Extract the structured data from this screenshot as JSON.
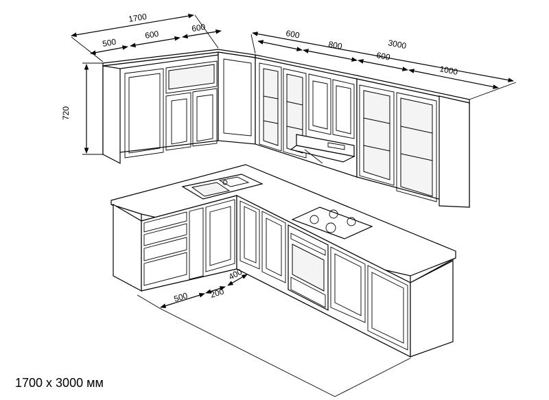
{
  "dimensions": {
    "upper_left_total": "1700",
    "upper_left_500": "500",
    "upper_left_600a": "600",
    "upper_left_600b": "600",
    "upper_right_total": "3000",
    "upper_right_600a": "600",
    "upper_right_800": "800",
    "upper_right_600b": "600",
    "upper_right_1000": "1000",
    "height_720": "720",
    "lower_500": "500",
    "lower_200": "200",
    "lower_400": "400"
  },
  "caption": "1700 x 3000 мм"
}
